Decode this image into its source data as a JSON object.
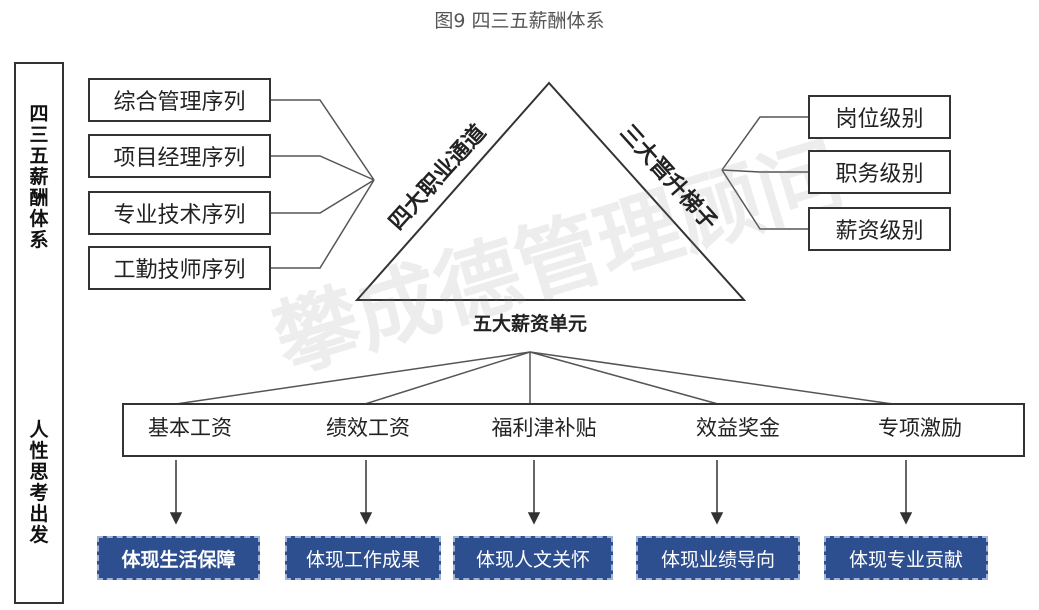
{
  "title": "图9 四三五薪酬体系",
  "left_labels": {
    "top": "四三五薪酬体系",
    "bottom": "人性思考出发"
  },
  "triangle": {
    "left_side": "四大职业通道",
    "right_side": "三大晋升梯子",
    "bottom": "五大薪资单元"
  },
  "channels": [
    "综合管理序列",
    "项目经理序列",
    "专业技术序列",
    "工勤技师序列"
  ],
  "ladders": [
    "岗位级别",
    "职务级别",
    "薪资级别"
  ],
  "components": [
    "基本工资",
    "绩效工资",
    "福利津补贴",
    "效益奖金",
    "专项激励"
  ],
  "outcomes": [
    "体现生活保障",
    "体现工作成果",
    "体现人文关怀",
    "体现业绩导向",
    "体现专业贡献"
  ],
  "watermark": "攀成德管理顾问",
  "colors": {
    "outcome_bg": "#2d4e8f",
    "border": "#333333"
  }
}
